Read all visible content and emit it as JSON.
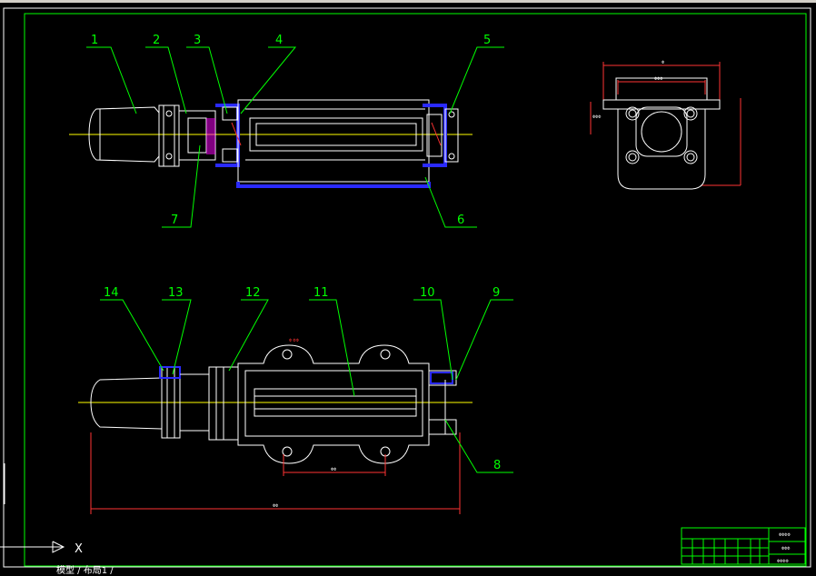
{
  "drawing": {
    "balloons": [
      "1",
      "2",
      "3",
      "4",
      "5",
      "6",
      "7",
      "8",
      "9",
      "10",
      "11",
      "12",
      "13",
      "14"
    ],
    "dims": {
      "side_a": "Φ",
      "side_b": "ΦΦΦ",
      "side_c": "ΦΦΦ",
      "bottom_span": "ΦΦ",
      "hole_span": "ΦΦ",
      "note": "Φ ΦΦ"
    },
    "title_block": {
      "code": "ΦΦΦΦ",
      "name": "ΦΦΦ",
      "number": "ΦΦΦΦ"
    },
    "colors": {
      "background": "#000000",
      "outline": "#ffffff",
      "leader": "#00ff00",
      "centerline": "#ffff00",
      "dimension": "#ff3333",
      "hatch": "#2a2aff",
      "accent": "#ff00ff"
    }
  },
  "statusbar": {
    "text": "模型 / 布局1 /"
  },
  "ucs": {
    "x_label": "X"
  }
}
